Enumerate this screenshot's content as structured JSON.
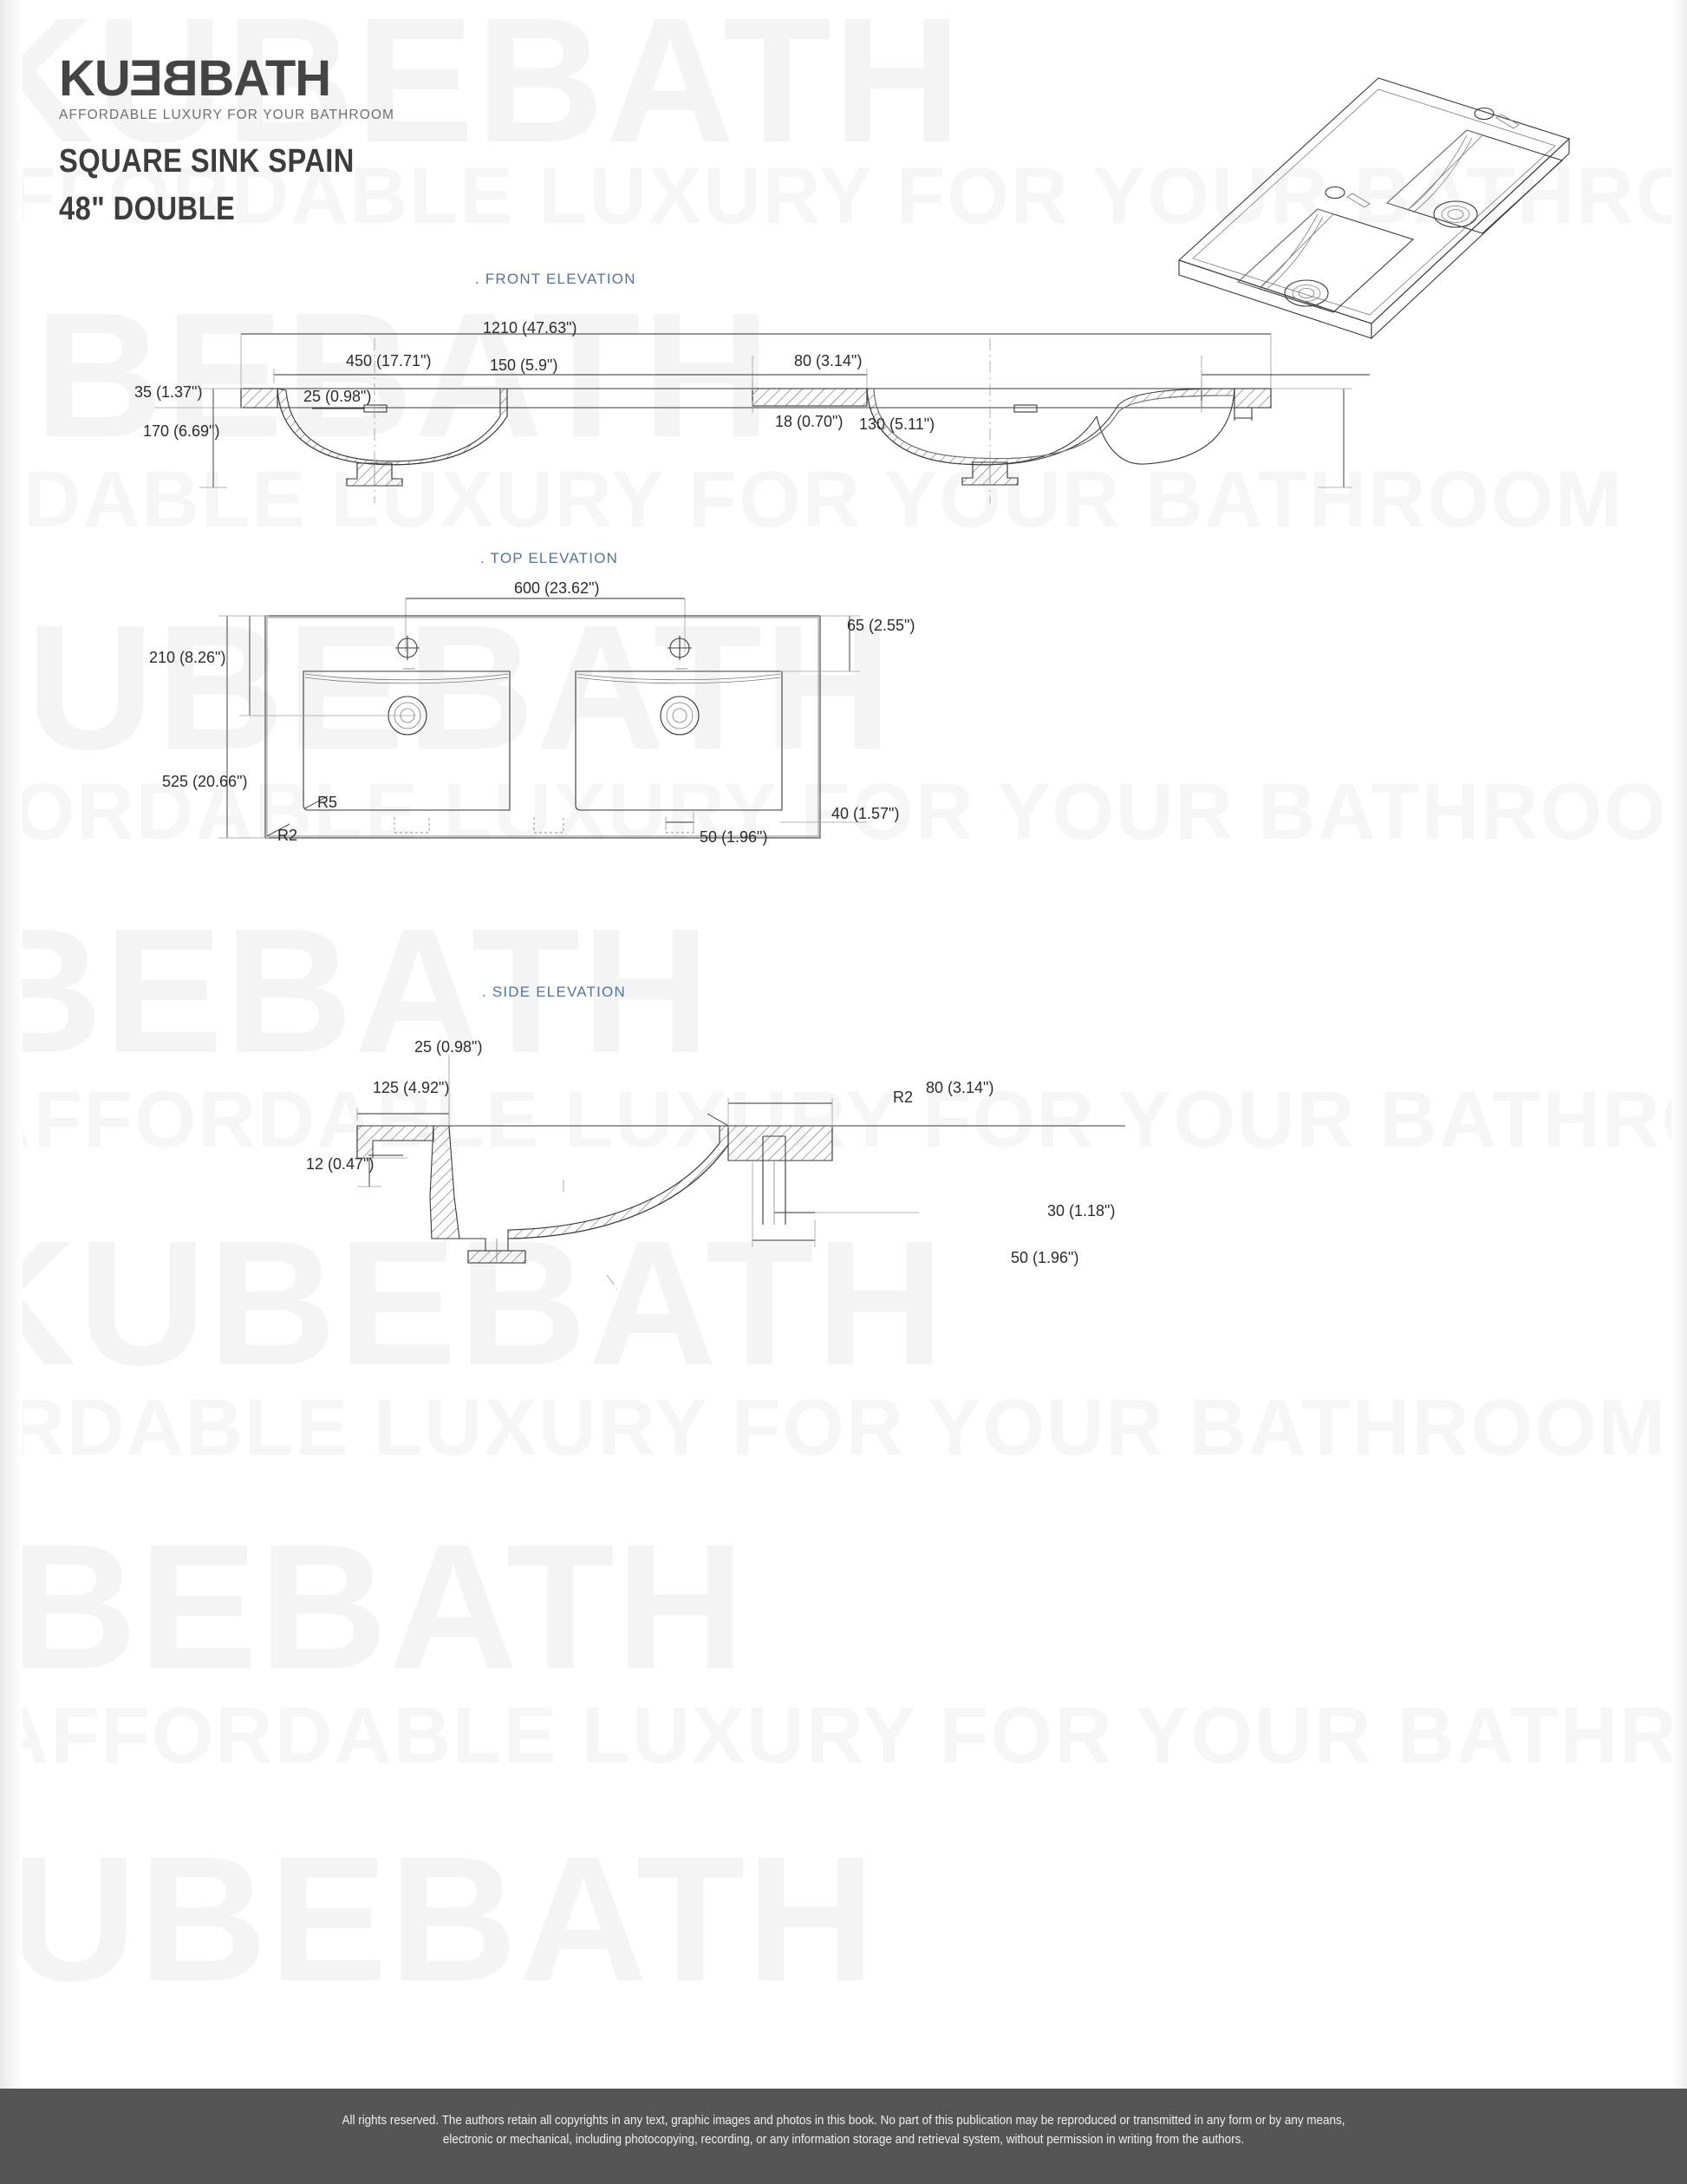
{
  "brand": {
    "logo_text": "KUBEBATH",
    "logo_part1": "KU",
    "logo_part2": "BE",
    "logo_part3": "BATH",
    "tagline": "AFFORDABLE LUXURY FOR YOUR BATHROOM",
    "watermark_big": "KUBEBATH",
    "watermark_small": "AFFORDABLE LUXURY FOR YOUR BATHROOM"
  },
  "product": {
    "title_line1": "SQUARE SINK SPAIN",
    "title_line2": "48\" DOUBLE"
  },
  "sections": {
    "front": {
      "caption": ". FRONT ELEVATION"
    },
    "top": {
      "caption": ". TOP ELEVATION"
    },
    "side": {
      "caption": ". SIDE ELEVATION"
    }
  },
  "front_dimensions": {
    "overall_width": "1210 (47.63\")",
    "basin_width": "450 (17.71\")",
    "between_basins": "150 (5.9\")",
    "right_edge": "80 (3.14\")",
    "rim_height": "35 (1.37\")",
    "overflow_offset": "25 (0.98\")",
    "basin_depth": "170 (6.69\")",
    "lip_thickness": "18 (0.70\")",
    "side_height": "130 (5.11\")"
  },
  "top_dimensions": {
    "faucet_spacing": "600 (23.62\")",
    "back_to_center": "210 (8.26\")",
    "overall_depth": "525 (20.66\")",
    "back_edge": "65 (2.55\")",
    "front_edge": "40 (1.57\")",
    "notch_width": "50 (1.96\")",
    "radius_corner": "R5",
    "radius_edge": "R2"
  },
  "side_dimensions": {
    "top_offset": "25 (0.98\")",
    "back_span": "125 (4.92\")",
    "front_lip": "80 (3.14\")",
    "radius_edge": "R2",
    "rim_drop": "12 (0.47\")",
    "front_height": "30 (1.18\")",
    "front_width": "50 (1.96\")"
  },
  "footer": {
    "line1": "All rights reserved. The authors retain all copyrights in any text, graphic images and photos in this book. No part of this publication may be reproduced or transmitted in any form or by any means,",
    "line2": "electronic or mechanical, including photocopying, recording, or any information storage and retrieval system, without permission in writing from the authors."
  },
  "colors": {
    "caption": "#53749b",
    "line": "#3a3a3a",
    "footer_bg": "#555555",
    "title": "#3d3d3d"
  }
}
